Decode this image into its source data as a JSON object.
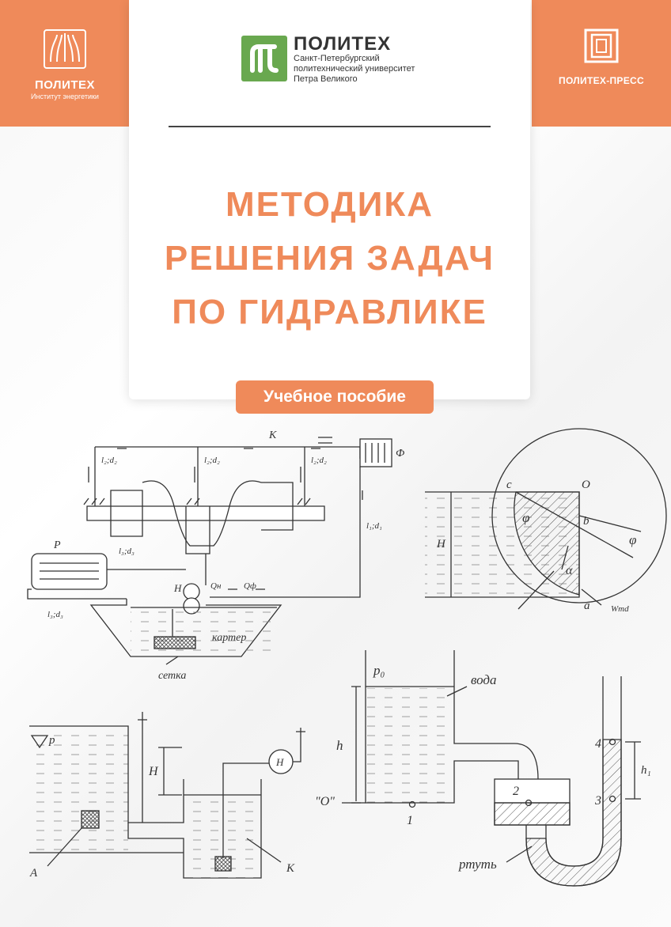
{
  "header": {
    "left_logo": {
      "name": "ПОЛИТЕХ",
      "subtitle": "Институт энергетики"
    },
    "university": {
      "name": "ПОЛИТЕХ",
      "lines": [
        "Санкт-Петербургский",
        "политехнический университет",
        "Петра Великого"
      ]
    },
    "right_logo": {
      "name": "ПОЛИТЕХ-ПРЕСС"
    }
  },
  "title": {
    "lines": [
      "МЕТОДИКА",
      "РЕШЕНИЯ ЗАДАЧ",
      "ПО ГИДРАВЛИКЕ"
    ]
  },
  "badge": "Учебное пособие",
  "colors": {
    "accent": "#ef8a5a",
    "green": "#69a84f",
    "ink": "#333333"
  },
  "figures": {
    "crankshaft": {
      "K": "К",
      "Phi": "Ф",
      "P": "Р",
      "H": "Н",
      "l2d2_a": "l₂;d₂",
      "l2d2_b": "l₂;d₂",
      "l2d2_c": "l₂;d₂",
      "l1d1": "l₁;d₁",
      "l3d3_a": "l₃;d₃",
      "l3d3_b": "l₃;d₃",
      "Qn": "Qн",
      "Qf": "Qф",
      "karter": "картер",
      "setka": "сетка"
    },
    "gate": {
      "c": "c",
      "O": "O",
      "phi1": "φ",
      "phi2": "φ",
      "b": "b",
      "H": "H",
      "alpha": "α",
      "a": "a",
      "Wmd": "Wmd"
    },
    "tanks": {
      "p": "p",
      "H": "H",
      "Hpump": "H",
      "A": "A",
      "K": "K"
    },
    "manometer": {
      "p0": "p₀",
      "voda": "вода",
      "h": "h",
      "zero": "\"О\"",
      "n1": "1",
      "n2": "2",
      "n3": "3",
      "n4": "4",
      "h1": "h₁",
      "rtut": "ртуть"
    }
  }
}
